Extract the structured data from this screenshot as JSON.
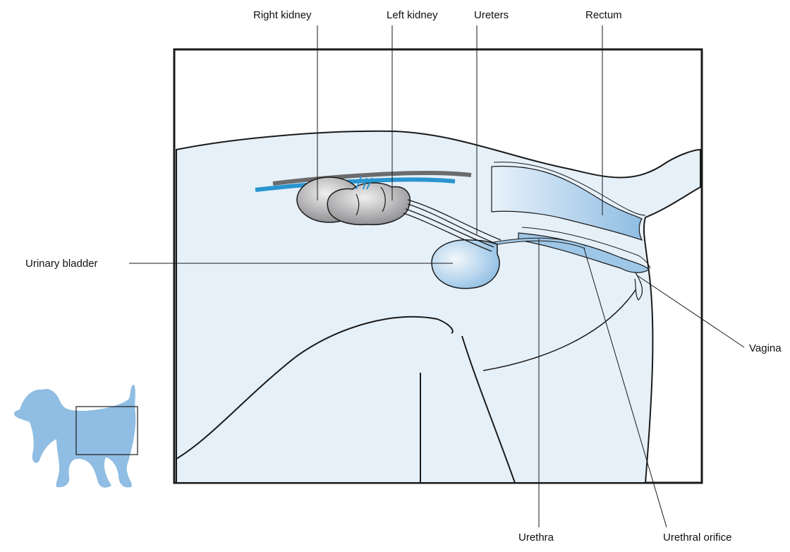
{
  "labels": {
    "right_kidney": "Right kidney",
    "left_kidney": "Left kidney",
    "ureters": "Ureters",
    "rectum": "Rectum",
    "urinary_bladder": "Urinary bladder",
    "vagina": "Vagina",
    "urethra": "Urethra",
    "urethral_orifice": "Urethral orifice"
  },
  "colors": {
    "body_fill": "#e6f0f8",
    "organ_blue": "#9ec6e6",
    "kidney_gray": "#9d9d9f",
    "spine_blue": "#2a95cf",
    "spine_gray": "#6b6b6d",
    "dog_blue": "#8fbde3"
  }
}
